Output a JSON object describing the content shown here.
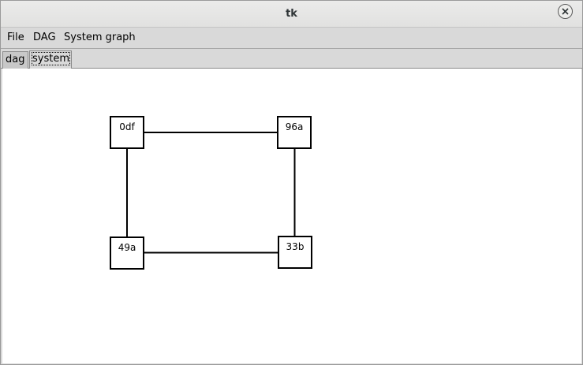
{
  "window": {
    "title": "tk"
  },
  "menu": {
    "items": [
      "File",
      "DAG",
      "System graph"
    ]
  },
  "tabs": [
    {
      "label": "dag",
      "active": false
    },
    {
      "label": "system",
      "active": true
    }
  ],
  "graph": {
    "nodes": [
      {
        "id": "n0",
        "label": "0df"
      },
      {
        "id": "n1",
        "label": "96a"
      },
      {
        "id": "n2",
        "label": "49a"
      },
      {
        "id": "n3",
        "label": "33b"
      }
    ],
    "edges": [
      [
        "n0",
        "n1"
      ],
      [
        "n0",
        "n2"
      ],
      [
        "n1",
        "n3"
      ],
      [
        "n2",
        "n3"
      ]
    ]
  },
  "icons": {
    "close": "close-icon"
  }
}
